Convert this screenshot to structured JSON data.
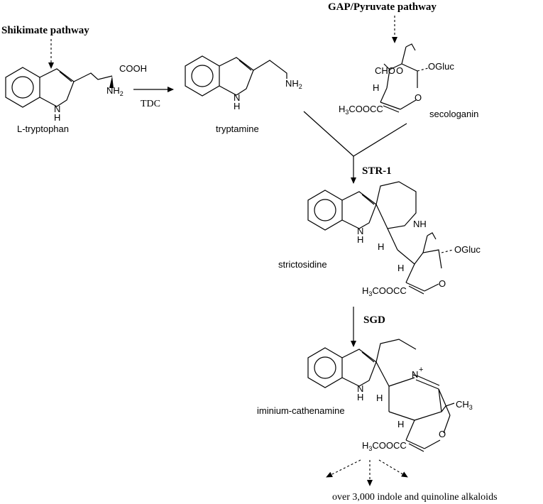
{
  "pathways": {
    "shikimate": "Shikimate pathway",
    "gap_pyruvate": "GAP/Pyruvate pathway"
  },
  "enzymes": {
    "tdc": "TDC",
    "str1": "STR-1",
    "sgd": "SGD"
  },
  "compounds": {
    "tryptophan": "L-tryptophan",
    "tryptamine": "tryptamine",
    "secologanin": "secologanin",
    "strictosidine": "strictosidine",
    "cathenamine": "iminium-cathenamine"
  },
  "atoms": {
    "cooh": "COOH",
    "nh2": "NH",
    "nh2_sub": "2",
    "nh": "N",
    "h": "H",
    "cho": "CHO",
    "ogluc": "OGluc",
    "o": "O",
    "h3": "H",
    "h3_sub": "3",
    "cooch3": "COOC",
    "c": "C",
    "ch3": "CH",
    "nplus": "N",
    "plus": "+"
  },
  "products": "over 3,000 indole and quinoline alkaloids",
  "colors": {
    "ink": "#000000",
    "background": "#ffffff"
  }
}
